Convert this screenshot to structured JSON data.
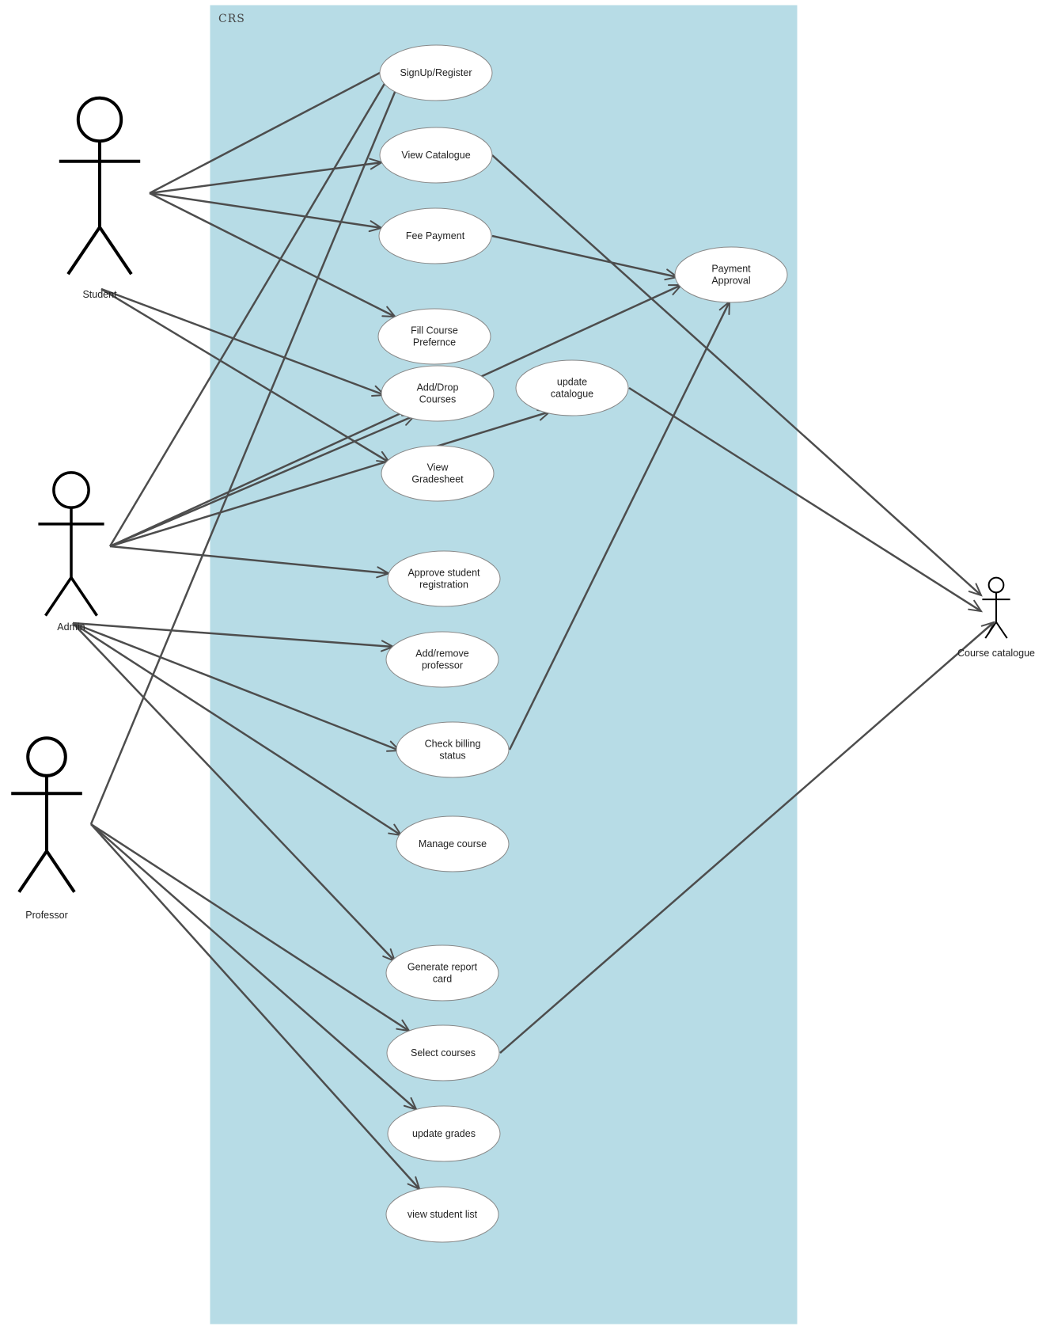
{
  "system": {
    "title": "CRS"
  },
  "actors": [
    {
      "id": "student",
      "label": "Student"
    },
    {
      "id": "admin",
      "label": "Admin"
    },
    {
      "id": "professor",
      "label": "Professor"
    },
    {
      "id": "catalogue",
      "label": "Course catalogue"
    }
  ],
  "use_cases": [
    {
      "id": "signup",
      "lines": [
        "SignUp/Register"
      ]
    },
    {
      "id": "view-catalogue",
      "lines": [
        "View Catalogue"
      ]
    },
    {
      "id": "fee-payment",
      "lines": [
        "Fee Payment"
      ]
    },
    {
      "id": "payment-approval",
      "lines": [
        "Payment",
        "Approval"
      ]
    },
    {
      "id": "fill-preference",
      "lines": [
        "Fill Course",
        "Prefernce"
      ]
    },
    {
      "id": "add-drop",
      "lines": [
        "Add/Drop",
        "Courses"
      ]
    },
    {
      "id": "update-catalogue",
      "lines": [
        "update",
        "catalogue"
      ]
    },
    {
      "id": "view-gradesheet",
      "lines": [
        "View",
        "Gradesheet"
      ]
    },
    {
      "id": "approve-registration",
      "lines": [
        "Approve student",
        "registration"
      ]
    },
    {
      "id": "add-remove-professor",
      "lines": [
        "Add/remove",
        "professor"
      ]
    },
    {
      "id": "check-billing",
      "lines": [
        "Check billing",
        "status"
      ]
    },
    {
      "id": "manage-course",
      "lines": [
        "Manage course"
      ]
    },
    {
      "id": "generate-report",
      "lines": [
        "Generate report",
        "card"
      ]
    },
    {
      "id": "select-courses",
      "lines": [
        "Select courses"
      ]
    },
    {
      "id": "update-grades",
      "lines": [
        "update grades"
      ]
    },
    {
      "id": "view-student-list",
      "lines": [
        "view student list"
      ]
    }
  ],
  "associations": [
    {
      "from": "student",
      "to": "signup",
      "arrow": false
    },
    {
      "from": "student",
      "to": "view-catalogue",
      "arrow": true
    },
    {
      "from": "student",
      "to": "fee-payment",
      "arrow": true
    },
    {
      "from": "student",
      "to": "fill-preference",
      "arrow": true
    },
    {
      "from": "student",
      "to": "add-drop",
      "arrow": true
    },
    {
      "from": "student",
      "to": "view-gradesheet",
      "arrow": true
    },
    {
      "from": "admin",
      "to": "signup",
      "arrow": false
    },
    {
      "from": "admin",
      "to": "add-drop",
      "arrow": true
    },
    {
      "from": "admin",
      "to": "payment-approval",
      "arrow": true
    },
    {
      "from": "admin",
      "to": "update-catalogue",
      "arrow": true
    },
    {
      "from": "admin",
      "to": "approve-registration",
      "arrow": true
    },
    {
      "from": "admin",
      "to": "add-remove-professor",
      "arrow": true
    },
    {
      "from": "admin",
      "to": "check-billing",
      "arrow": true
    },
    {
      "from": "admin",
      "to": "manage-course",
      "arrow": true
    },
    {
      "from": "admin",
      "to": "generate-report",
      "arrow": true
    },
    {
      "from": "professor",
      "to": "signup",
      "arrow": false
    },
    {
      "from": "professor",
      "to": "select-courses",
      "arrow": true
    },
    {
      "from": "professor",
      "to": "update-grades",
      "arrow": true
    },
    {
      "from": "professor",
      "to": "view-student-list",
      "arrow": true
    },
    {
      "from": "fee-payment",
      "to": "payment-approval",
      "arrow": true
    },
    {
      "from": "check-billing",
      "to": "payment-approval",
      "arrow": true
    },
    {
      "from": "view-catalogue",
      "to": "catalogue",
      "arrow": true
    },
    {
      "from": "update-catalogue",
      "to": "catalogue",
      "arrow": true
    },
    {
      "from": "select-courses",
      "to": "catalogue",
      "arrow": true
    }
  ]
}
